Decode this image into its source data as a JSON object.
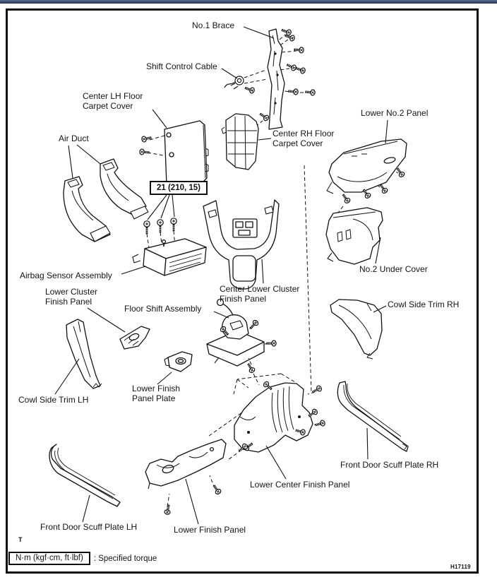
{
  "figure": {
    "id": "H17119",
    "torque_callout": "21 (210, 15)",
    "t_mark": "T",
    "legend_box_label": "N·m (kgf·cm, ft·lbf)",
    "legend_description": ": Specified torque"
  },
  "labels": {
    "no1_brace": "No.1 Brace",
    "shift_control_cable": "Shift Control Cable",
    "center_lh_floor_carpet_cover": "Center LH Floor\nCarpet Cover",
    "air_duct": "Air Duct",
    "center_rh_floor_carpet_cover": "Center RH Floor\nCarpet Cover",
    "lower_no2_panel": "Lower No.2 Panel",
    "airbag_sensor_assembly": "Airbag Sensor Assembly",
    "no2_under_cover": "No.2 Under Cover",
    "lower_cluster_finish_panel": "Lower Cluster\nFinish Panel",
    "center_lower_cluster_finish_panel": "Center Lower Cluster\nFinish Panel",
    "floor_shift_assembly": "Floor Shift Assembly",
    "cowl_side_trim_rh": "Cowl Side Trim RH",
    "cowl_side_trim_lh": "Cowl Side Trim LH",
    "lower_finish_panel_plate": "Lower Finish\nPanel Plate",
    "front_door_scuff_plate_rh": "Front Door Scuff Plate RH",
    "lower_center_finish_panel": "Lower Center Finish Panel",
    "front_door_scuff_plate_lh": "Front Door Scuff Plate LH",
    "lower_finish_panel": "Lower Finish Panel"
  },
  "colors": {
    "top_bar": "#44587c",
    "line_art": "#111111",
    "background": "#ffffff"
  }
}
